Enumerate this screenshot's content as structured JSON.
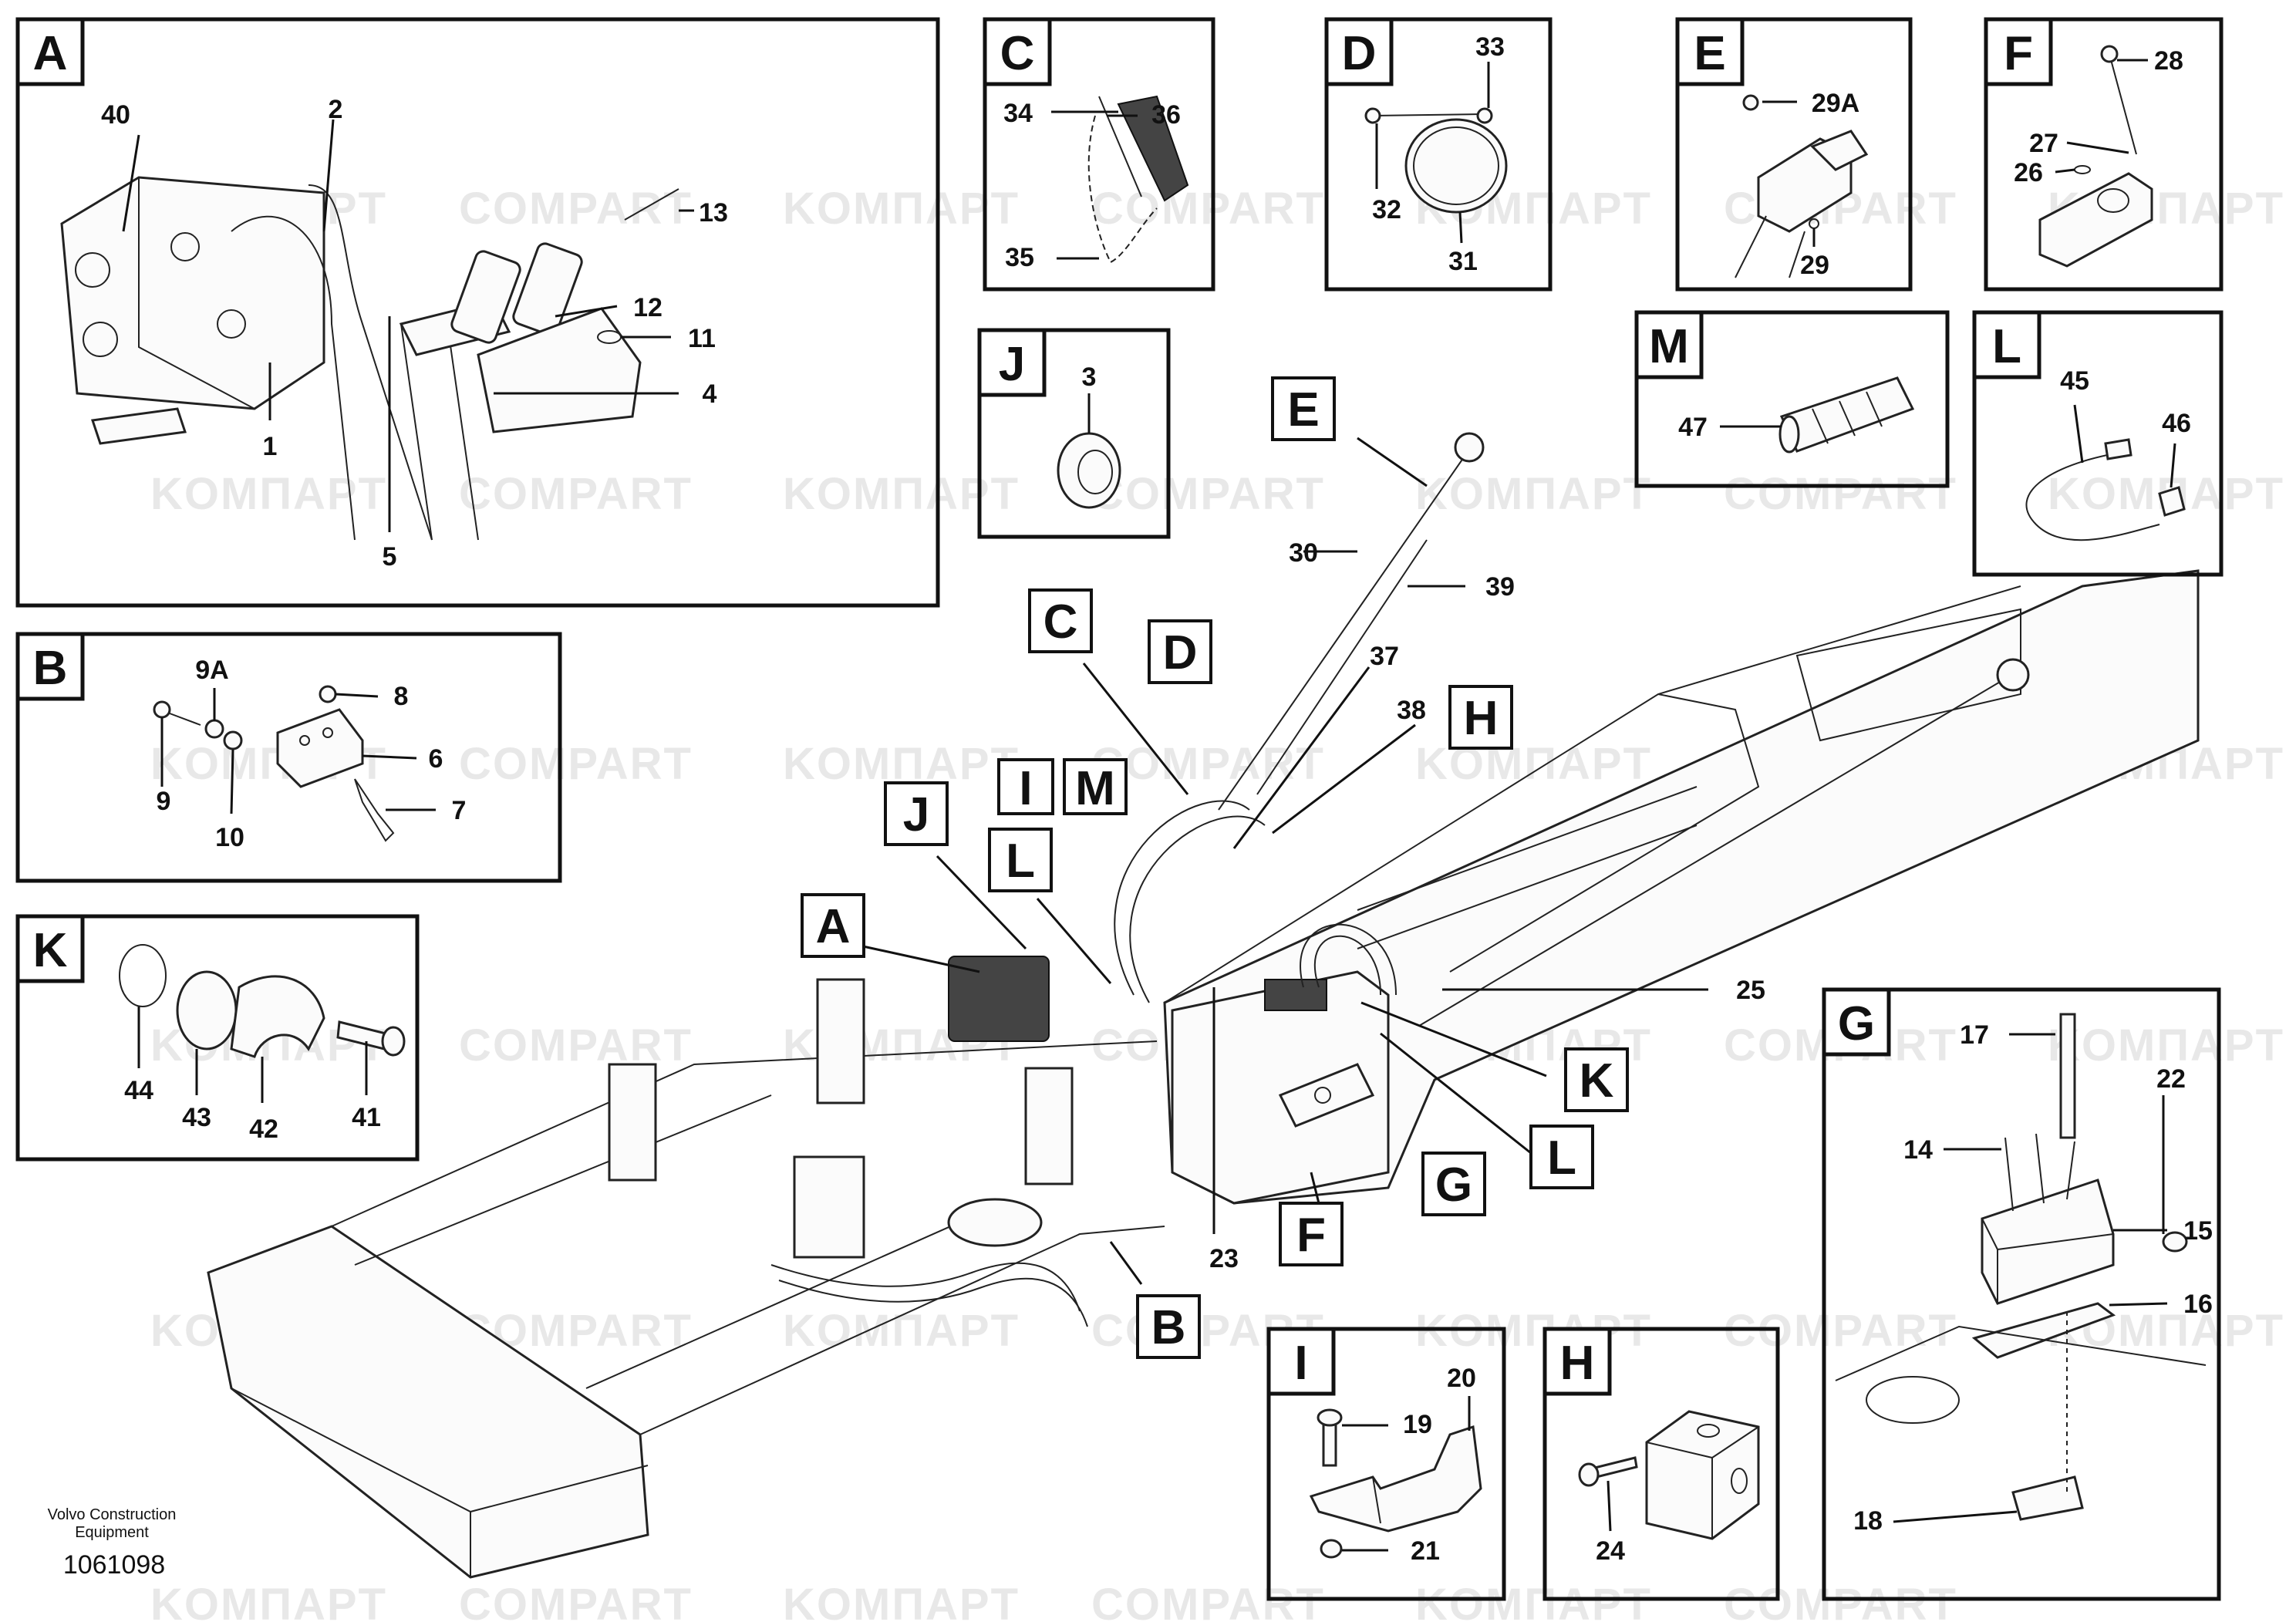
{
  "watermark": {
    "left_text": "KOMПAPT",
    "right_text": "COMPART"
  },
  "footer": {
    "line1": "Volvo Construction",
    "line2": "Equipment",
    "number": "1061098"
  },
  "main_callouts": {
    "letters": {
      "A": "A",
      "B": "B",
      "C": "C",
      "D": "D",
      "E": "E",
      "F": "F",
      "G": "G",
      "H": "H",
      "I": "I",
      "J": "J",
      "K": "K",
      "L1": "L",
      "L2": "L",
      "M": "M"
    },
    "numbers": {
      "n23": "23",
      "n25": "25",
      "n30": "30",
      "n37": "37",
      "n38": "38",
      "n39": "39"
    }
  },
  "detail_A": {
    "title": "A",
    "labels": {
      "n40": "40",
      "n2": "2",
      "n13": "13",
      "n12": "12",
      "n11": "11",
      "n4": "4",
      "n1": "1",
      "n5": "5"
    }
  },
  "detail_B": {
    "title": "B",
    "labels": {
      "n9A": "9A",
      "n8": "8",
      "n6": "6",
      "n9": "9",
      "n10": "10",
      "n7": "7"
    }
  },
  "detail_C": {
    "title": "C",
    "labels": {
      "n34": "34",
      "n36": "36",
      "n35": "35"
    }
  },
  "detail_D": {
    "title": "D",
    "labels": {
      "n33": "33",
      "n32": "32",
      "n31": "31"
    }
  },
  "detail_E": {
    "title": "E",
    "labels": {
      "n29A": "29A",
      "n29": "29"
    }
  },
  "detail_F": {
    "title": "F",
    "labels": {
      "n28": "28",
      "n27": "27",
      "n26": "26"
    }
  },
  "detail_J": {
    "title": "J",
    "labels": {
      "n3": "3"
    }
  },
  "detail_M": {
    "title": "M",
    "labels": {
      "n47": "47"
    }
  },
  "detail_L": {
    "title": "L",
    "labels": {
      "n45": "45",
      "n46": "46"
    }
  },
  "detail_K": {
    "title": "K",
    "labels": {
      "n44": "44",
      "n43": "43",
      "n42": "42",
      "n41": "41"
    }
  },
  "detail_G": {
    "title": "G",
    "labels": {
      "n17": "17",
      "n22": "22",
      "n14": "14",
      "n15": "15",
      "n16": "16",
      "n18": "18"
    }
  },
  "detail_I": {
    "title": "I",
    "labels": {
      "n20": "20",
      "n19": "19",
      "n21": "21"
    }
  },
  "detail_H": {
    "title": "H",
    "labels": {
      "n24": "24"
    }
  }
}
